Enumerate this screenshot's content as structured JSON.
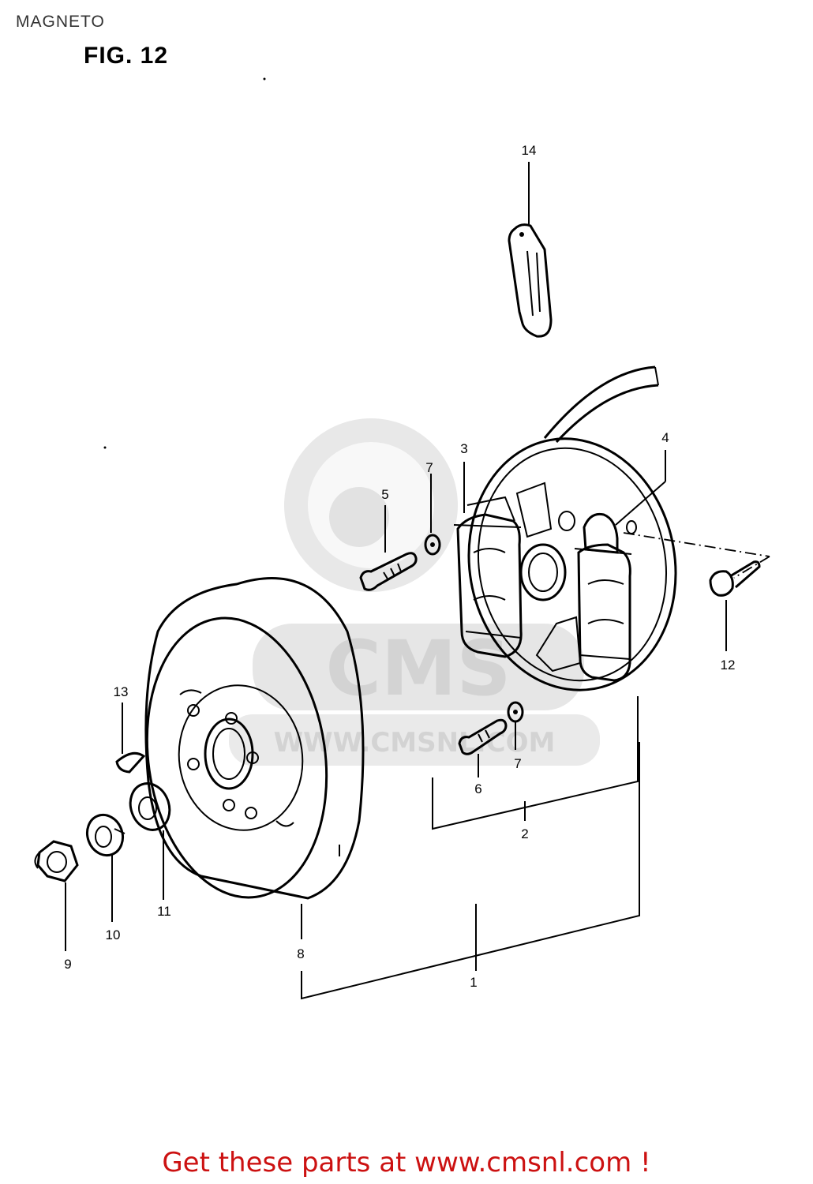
{
  "header": {
    "section_title": "MAGNETO",
    "figure_label": "FIG. 12"
  },
  "watermark": {
    "brand": "CMS",
    "url": "WWW.CMSNL.COM"
  },
  "callouts": [
    "1",
    "2",
    "3",
    "4",
    "5",
    "6",
    "7",
    "7",
    "8",
    "9",
    "10",
    "11",
    "12",
    "13",
    "14"
  ],
  "footer": {
    "link_text": "Get these parts at www.cmsnl.com !"
  },
  "colors": {
    "footer_link": "#cc1111",
    "linework": "#000000",
    "watermark": "#d8d8d8"
  }
}
